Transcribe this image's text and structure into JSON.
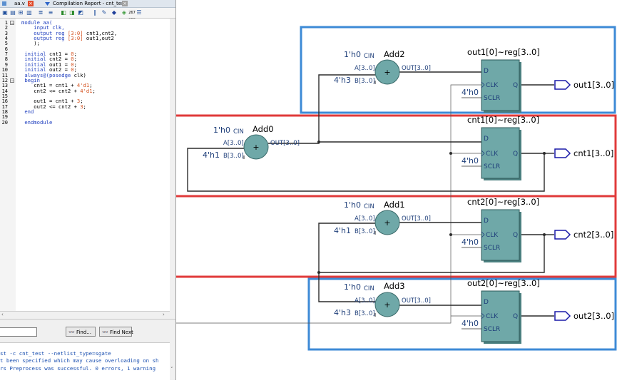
{
  "editor": {
    "tabs": [
      {
        "label": "aa.v"
      },
      {
        "label": "Compilation Report - cnt_test"
      }
    ],
    "lines": [
      {
        "num": "1",
        "fold": "−",
        "parts": [
          {
            "t": "module aa(",
            "c": "kw"
          }
        ]
      },
      {
        "num": "2",
        "fold": "",
        "parts": [
          {
            "t": "    input clk,",
            "c": "kw"
          }
        ]
      },
      {
        "num": "3",
        "fold": "",
        "parts": [
          {
            "t": "    output reg ",
            "c": "kw"
          },
          {
            "t": "[3:0]",
            "c": "num"
          },
          {
            "t": " cnt1,cnt2,",
            "c": ""
          }
        ]
      },
      {
        "num": "4",
        "fold": "",
        "parts": [
          {
            "t": "    output reg ",
            "c": "kw"
          },
          {
            "t": "[3:0]",
            "c": "num"
          },
          {
            "t": " out1,out2",
            "c": ""
          }
        ]
      },
      {
        "num": "5",
        "fold": "",
        "parts": [
          {
            "t": "    );",
            "c": ""
          }
        ]
      },
      {
        "num": "6",
        "fold": "",
        "parts": []
      },
      {
        "num": "7",
        "fold": "",
        "parts": [
          {
            "t": " initial",
            "c": "kw"
          },
          {
            "t": " cnt1 = ",
            "c": ""
          },
          {
            "t": "0",
            "c": "num"
          },
          {
            "t": ";",
            "c": ""
          }
        ]
      },
      {
        "num": "8",
        "fold": "",
        "parts": [
          {
            "t": " initial",
            "c": "kw"
          },
          {
            "t": " cnt2 = ",
            "c": ""
          },
          {
            "t": "0",
            "c": "num"
          },
          {
            "t": ";",
            "c": ""
          }
        ]
      },
      {
        "num": "9",
        "fold": "",
        "parts": [
          {
            "t": " initial",
            "c": "kw"
          },
          {
            "t": " out1 = ",
            "c": ""
          },
          {
            "t": "0",
            "c": "num"
          },
          {
            "t": ";",
            "c": ""
          }
        ]
      },
      {
        "num": "10",
        "fold": "",
        "parts": [
          {
            "t": " initial",
            "c": "kw"
          },
          {
            "t": " out2 = ",
            "c": ""
          },
          {
            "t": "0",
            "c": "num"
          },
          {
            "t": ";",
            "c": ""
          }
        ]
      },
      {
        "num": "11",
        "fold": "",
        "parts": [
          {
            "t": " always@(posedge",
            "c": "kw"
          },
          {
            "t": " clk)",
            "c": ""
          }
        ]
      },
      {
        "num": "12",
        "fold": "−",
        "parts": [
          {
            "t": " begin",
            "c": "kw"
          }
        ]
      },
      {
        "num": "13",
        "fold": "",
        "parts": [
          {
            "t": "    cnt1 = cnt1 + ",
            "c": ""
          },
          {
            "t": "4'd1",
            "c": "num"
          },
          {
            "t": ";",
            "c": ""
          }
        ]
      },
      {
        "num": "14",
        "fold": "",
        "parts": [
          {
            "t": "    cnt2 <= cnt2 + ",
            "c": ""
          },
          {
            "t": "4'd1",
            "c": "num"
          },
          {
            "t": ";",
            "c": ""
          }
        ]
      },
      {
        "num": "15",
        "fold": "",
        "parts": []
      },
      {
        "num": "16",
        "fold": "",
        "parts": [
          {
            "t": "    out1 = cnt1 + ",
            "c": ""
          },
          {
            "t": "3",
            "c": "num"
          },
          {
            "t": ";",
            "c": ""
          }
        ]
      },
      {
        "num": "17",
        "fold": "",
        "parts": [
          {
            "t": "    out2 <= cnt2 + ",
            "c": ""
          },
          {
            "t": "3",
            "c": "num"
          },
          {
            "t": ";",
            "c": ""
          }
        ]
      },
      {
        "num": "18",
        "fold": "",
        "parts": [
          {
            "t": " end",
            "c": "kw"
          }
        ]
      },
      {
        "num": "19",
        "fold": "",
        "parts": []
      },
      {
        "num": "20",
        "fold": "",
        "parts": [
          {
            "t": " endmodule",
            "c": "kw"
          }
        ]
      }
    ]
  },
  "find": {
    "input_value": "",
    "find_label": "Find...",
    "find_next_label": "Find Next"
  },
  "messages": [
    {
      "text": "st -c cnt_test --netlist_type=sgate",
      "color": "#1a4fb0"
    },
    {
      "text": "t been specified which may cause overloading on sh",
      "color": "#1a4fb0"
    },
    {
      "text": "rs Preprocess was successful. 0 errors, 1 warning",
      "color": "#1a4fb0"
    }
  ],
  "schematic": {
    "colors": {
      "block_fill": "#6fa8a8",
      "wire": "#2b2b2b",
      "label": "#1f3f7a",
      "box_blue": "#3d8ad6",
      "box_red": "#e03a3a",
      "port": "#1a1aa8"
    },
    "adders": [
      {
        "name": "Add0",
        "cin": "1'h0",
        "cin_label": "CIN",
        "a_label": "A[3..0]",
        "b_const": "4'h1",
        "b_label": "B[3..0]",
        "out_label": "OUT[3..0]",
        "symbol": "+"
      },
      {
        "name": "Add1",
        "cin": "1'h0",
        "cin_label": "CIN",
        "a_label": "A[3..0]",
        "b_const": "4'h1",
        "b_label": "B[3..0]",
        "out_label": "OUT[3..0]",
        "symbol": "+"
      },
      {
        "name": "Add2",
        "cin": "1'h0",
        "cin_label": "CIN",
        "a_label": "A[3..0]",
        "b_const": "4'h3",
        "b_label": "B[3..0]",
        "out_label": "OUT[3..0]",
        "symbol": "+"
      },
      {
        "name": "Add3",
        "cin": "1'h0",
        "cin_label": "CIN",
        "a_label": "A[3..0]",
        "b_const": "4'h3",
        "b_label": "B[3..0]",
        "out_label": "OUT[3..0]",
        "symbol": "+"
      }
    ],
    "registers": [
      {
        "name": "out1[0]~reg[3..0]",
        "d": "D",
        "clk": "CLK",
        "q": "Q",
        "sclr": "SCLR",
        "sclr_const": "4'h0"
      },
      {
        "name": "cnt1[0]~reg[3..0]",
        "d": "D",
        "clk": "CLK",
        "q": "Q",
        "sclr": "SCLR",
        "sclr_const": "4'h0"
      },
      {
        "name": "cnt2[0]~reg[3..0]",
        "d": "D",
        "clk": "CLK",
        "q": "Q",
        "sclr": "SCLR",
        "sclr_const": "4'h0"
      },
      {
        "name": "out2[0]~reg[3..0]",
        "d": "D",
        "clk": "CLK",
        "q": "Q",
        "sclr": "SCLR",
        "sclr_const": "4'h0"
      }
    ],
    "outputs": [
      {
        "label": "out1[3..0]"
      },
      {
        "label": "cnt1[3..0]"
      },
      {
        "label": "cnt2[3..0]"
      },
      {
        "label": "out2[3..0]"
      }
    ]
  }
}
